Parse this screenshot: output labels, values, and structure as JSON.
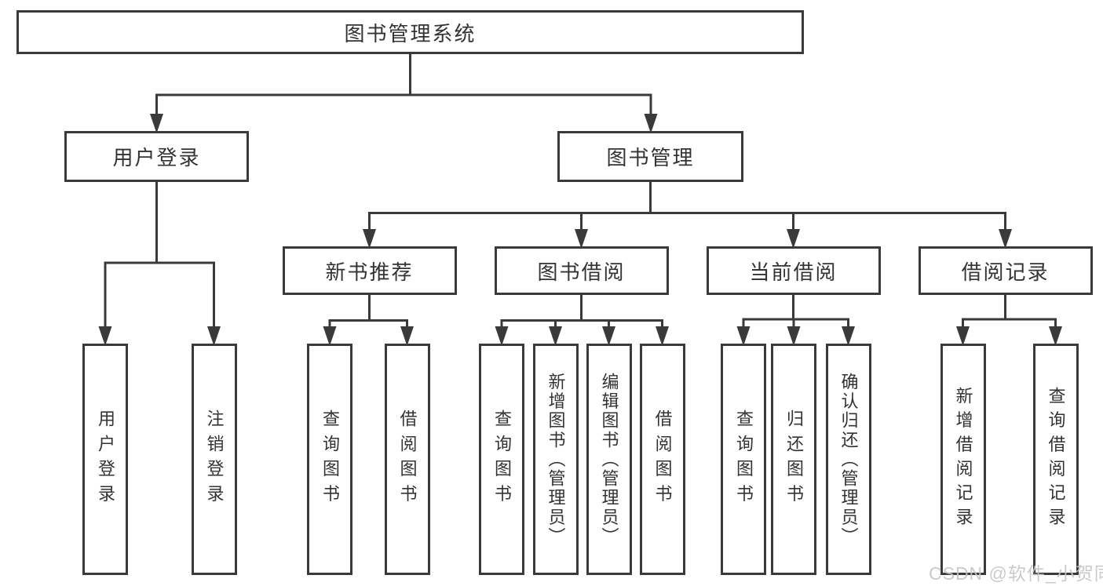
{
  "diagram_title": "图书管理系统",
  "watermark": "CSDN @软件_小贺同学",
  "colors": {
    "line": "#3a3a3a",
    "box_border": "#3a3a3a",
    "box_background": "#ffffff",
    "text": "#333333",
    "watermark": "#c5c5c5",
    "page_background": "#ffffff"
  },
  "nodes": {
    "root": {
      "label": "图书管理系统"
    },
    "user_login": {
      "label": "用户登录"
    },
    "book_management": {
      "label": "图书管理"
    },
    "new_book_recommend": {
      "label": "新书推荐"
    },
    "book_borrow": {
      "label": "图书借阅"
    },
    "current_borrow": {
      "label": "当前借阅"
    },
    "borrow_records": {
      "label": "借阅记录"
    },
    "leaf_user_login": {
      "label": "用户登录"
    },
    "leaf_logout": {
      "label": "注销登录"
    },
    "recommend_query_book": {
      "label": "查询图书"
    },
    "recommend_borrow_book": {
      "label": "借阅图书"
    },
    "borrow_query_book": {
      "label": "查询图书"
    },
    "borrow_add_book": {
      "label": "新增图书（管理员）"
    },
    "borrow_edit_book": {
      "label": "编辑图书（管理员）"
    },
    "borrow_borrow_book": {
      "label": "借阅图书"
    },
    "current_query_book": {
      "label": "查询图书"
    },
    "current_return_book": {
      "label": "归还图书"
    },
    "current_confirm_return": {
      "label": "确认归还（管理员）"
    },
    "records_add_record": {
      "label": "新增借阅记录"
    },
    "records_query_record": {
      "label": "查询借阅记录"
    }
  },
  "structure": {
    "root": [
      "user_login",
      "book_management"
    ],
    "user_login": [
      "leaf_user_login",
      "leaf_logout"
    ],
    "book_management": [
      "new_book_recommend",
      "book_borrow",
      "current_borrow",
      "borrow_records"
    ],
    "new_book_recommend": [
      "recommend_query_book",
      "recommend_borrow_book"
    ],
    "book_borrow": [
      "borrow_query_book",
      "borrow_add_book",
      "borrow_edit_book",
      "borrow_borrow_book"
    ],
    "current_borrow": [
      "current_query_book",
      "current_return_book",
      "current_confirm_return"
    ],
    "borrow_records": [
      "records_add_record",
      "records_query_record"
    ]
  }
}
